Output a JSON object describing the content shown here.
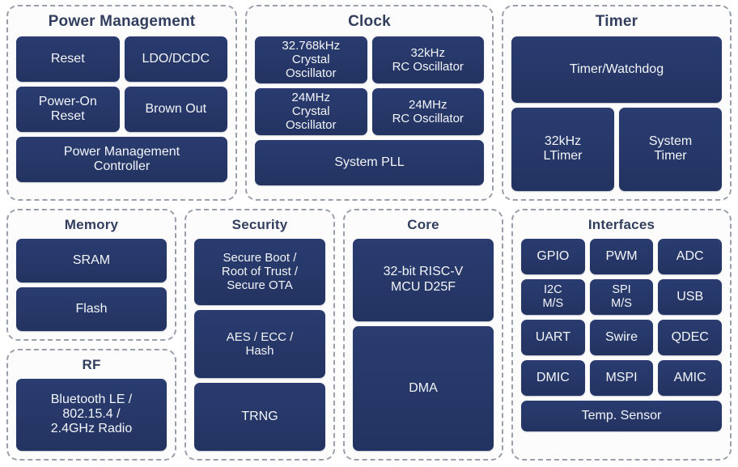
{
  "diagram": {
    "colors": {
      "block_fill": "#27386b",
      "block_text": "#f3f5f9",
      "group_border": "#9aa0ab",
      "group_background": "#fcfcfd",
      "title_text": "#313e5e",
      "page_background": "#ffffff"
    },
    "groups": [
      {
        "id": "power-management",
        "title": "Power Management",
        "blocks": [
          {
            "label": "Reset"
          },
          {
            "label": "LDO/DCDC"
          },
          {
            "label_lines": [
              "Power-On",
              "Reset"
            ]
          },
          {
            "label": "Brown Out"
          },
          {
            "label_lines": [
              "Power Management",
              "Controller"
            ]
          }
        ]
      },
      {
        "id": "clock",
        "title": "Clock",
        "blocks": [
          {
            "label_lines": [
              "32.768kHz",
              "Crystal",
              "Oscillator"
            ]
          },
          {
            "label_lines": [
              "32kHz",
              "RC Oscillator"
            ]
          },
          {
            "label_lines": [
              "24MHz",
              "Crystal",
              "Oscillator"
            ]
          },
          {
            "label_lines": [
              "24MHz",
              "RC Oscillator"
            ]
          },
          {
            "label": "System PLL"
          }
        ]
      },
      {
        "id": "timer",
        "title": "Timer",
        "blocks": [
          {
            "label": "Timer/Watchdog"
          },
          {
            "label_lines": [
              "32kHz",
              "LTimer"
            ]
          },
          {
            "label_lines": [
              "System",
              "Timer"
            ]
          }
        ]
      },
      {
        "id": "memory",
        "title": "Memory",
        "blocks": [
          {
            "label": "SRAM"
          },
          {
            "label": "Flash"
          }
        ]
      },
      {
        "id": "rf",
        "title": "RF",
        "blocks": [
          {
            "label_lines": [
              "Bluetooth LE /",
              "802.15.4 /",
              "2.4GHz Radio"
            ]
          }
        ]
      },
      {
        "id": "security",
        "title": "Security",
        "blocks": [
          {
            "label_lines": [
              "Secure Boot /",
              "Root of Trust /",
              "Secure OTA"
            ]
          },
          {
            "label_lines": [
              "AES / ECC /",
              "Hash"
            ]
          },
          {
            "label": "TRNG"
          }
        ]
      },
      {
        "id": "core",
        "title": "Core",
        "blocks": [
          {
            "label_lines": [
              "32-bit RISC-V",
              "MCU D25F"
            ]
          },
          {
            "label": "DMA"
          }
        ]
      },
      {
        "id": "interfaces",
        "title": "Interfaces",
        "blocks": [
          {
            "label": "GPIO"
          },
          {
            "label": "PWM"
          },
          {
            "label": "ADC"
          },
          {
            "label_lines": [
              "I2C",
              "M/S"
            ]
          },
          {
            "label_lines": [
              "SPI",
              "M/S"
            ]
          },
          {
            "label": "USB"
          },
          {
            "label": "UART"
          },
          {
            "label": "Swire"
          },
          {
            "label": "QDEC"
          },
          {
            "label": "DMIC"
          },
          {
            "label": "MSPI"
          },
          {
            "label": "AMIC"
          },
          {
            "label": "Temp. Sensor"
          }
        ]
      }
    ],
    "labels": {
      "power_management": {
        "title": "Power Management",
        "reset": "Reset",
        "ldo_dcdc": "LDO/DCDC",
        "por_l1": "Power-On",
        "por_l2": "Reset",
        "brown_out": "Brown Out",
        "pmc_l1": "Power Management",
        "pmc_l2": "Controller"
      },
      "clock": {
        "title": "Clock",
        "xtal32k_l1": "32.768kHz",
        "xtal32k_l2": "Crystal",
        "xtal32k_l3": "Oscillator",
        "rc32k_l1": "32kHz",
        "rc32k_l2": "RC Oscillator",
        "xtal24m_l1": "24MHz",
        "xtal24m_l2": "Crystal",
        "xtal24m_l3": "Oscillator",
        "rc24m_l1": "24MHz",
        "rc24m_l2": "RC Oscillator",
        "pll": "System PLL"
      },
      "timer": {
        "title": "Timer",
        "watchdog": "Timer/Watchdog",
        "ltimer_l1": "32kHz",
        "ltimer_l2": "LTimer",
        "systimer_l1": "System",
        "systimer_l2": "Timer"
      },
      "memory": {
        "title": "Memory",
        "sram": "SRAM",
        "flash": "Flash"
      },
      "rf": {
        "title": "RF",
        "radio_l1": "Bluetooth LE /",
        "radio_l2": "802.15.4 /",
        "radio_l3": "2.4GHz Radio"
      },
      "security": {
        "title": "Security",
        "boot_l1": "Secure Boot /",
        "boot_l2": "Root of Trust /",
        "boot_l3": "Secure OTA",
        "crypto_l1": "AES / ECC /",
        "crypto_l2": "Hash",
        "trng": "TRNG"
      },
      "core": {
        "title": "Core",
        "cpu_l1": "32-bit RISC-V",
        "cpu_l2": "MCU D25F",
        "dma": "DMA"
      },
      "interfaces": {
        "title": "Interfaces",
        "gpio": "GPIO",
        "pwm": "PWM",
        "adc": "ADC",
        "i2c_l1": "I2C",
        "i2c_l2": "M/S",
        "spi_l1": "SPI",
        "spi_l2": "M/S",
        "usb": "USB",
        "uart": "UART",
        "swire": "Swire",
        "qdec": "QDEC",
        "dmic": "DMIC",
        "mspi": "MSPI",
        "amic": "AMIC",
        "temp_sensor": "Temp. Sensor"
      }
    }
  }
}
